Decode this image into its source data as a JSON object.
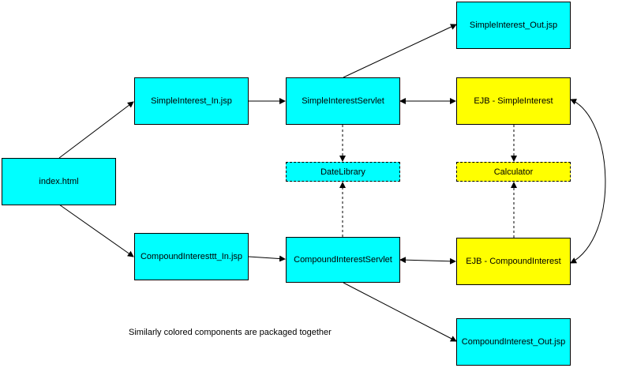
{
  "colors": {
    "cyan": "#00ffff",
    "yellow": "#ffff00",
    "line": "#000000"
  },
  "nodes": {
    "index": "index.html",
    "simple_in": "SimpleInterest_In.jsp",
    "compound_in": "CompoundInteresttt_In.jsp",
    "simple_servlet": "SimpleInterestServlet",
    "compound_servlet": "CompoundInterestServlet",
    "date_library": "DateLibrary",
    "simple_out": "SimpleInterest_Out.jsp",
    "compound_out": "CompoundInterest_Out.jsp",
    "ejb_simple": "EJB - SimpleInterest",
    "ejb_compound": "EJB - CompoundInterest",
    "calculator": "Calculator"
  },
  "caption": "Similarly colored components are packaged together"
}
